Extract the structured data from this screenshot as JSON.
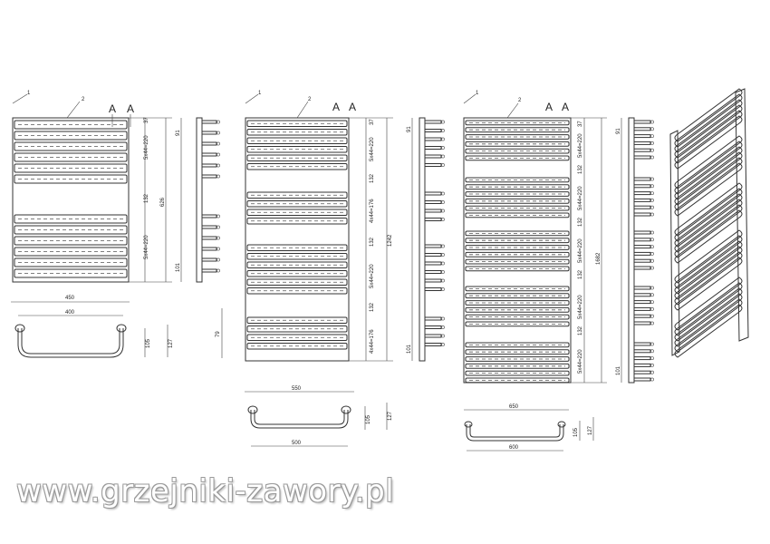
{
  "callouts": {
    "part1": "1",
    "part2": "2",
    "section": "A"
  },
  "model_small": {
    "overall_height": "626",
    "group_spacing": "5x44=220",
    "gap": "132",
    "top_offset": "37",
    "connection_pitch": "91",
    "bottom_offset": "101",
    "side_depth": "79",
    "overall_width": "450",
    "pipe_spacing": "400",
    "depth_inner": "105",
    "depth_outer": "127"
  },
  "model_medium": {
    "overall_height": "1242",
    "group_a": "5x44=220",
    "group_b": "4x44=176",
    "gap": "132",
    "top_offset": "37",
    "connection_pitch": "91",
    "bottom_offset": "101",
    "overall_width": "550",
    "pipe_spacing": "500",
    "depth_inner": "105",
    "depth_outer": "127"
  },
  "model_large": {
    "overall_height": "1682",
    "group_spacing": "5x44=220",
    "gap": "132",
    "top_offset": "37",
    "connection_pitch": "91",
    "bottom_offset": "101",
    "overall_width": "650",
    "pipe_spacing": "600",
    "depth_inner": "105",
    "depth_outer": "127"
  },
  "watermark": "www.grzejniki-zawory.pl"
}
